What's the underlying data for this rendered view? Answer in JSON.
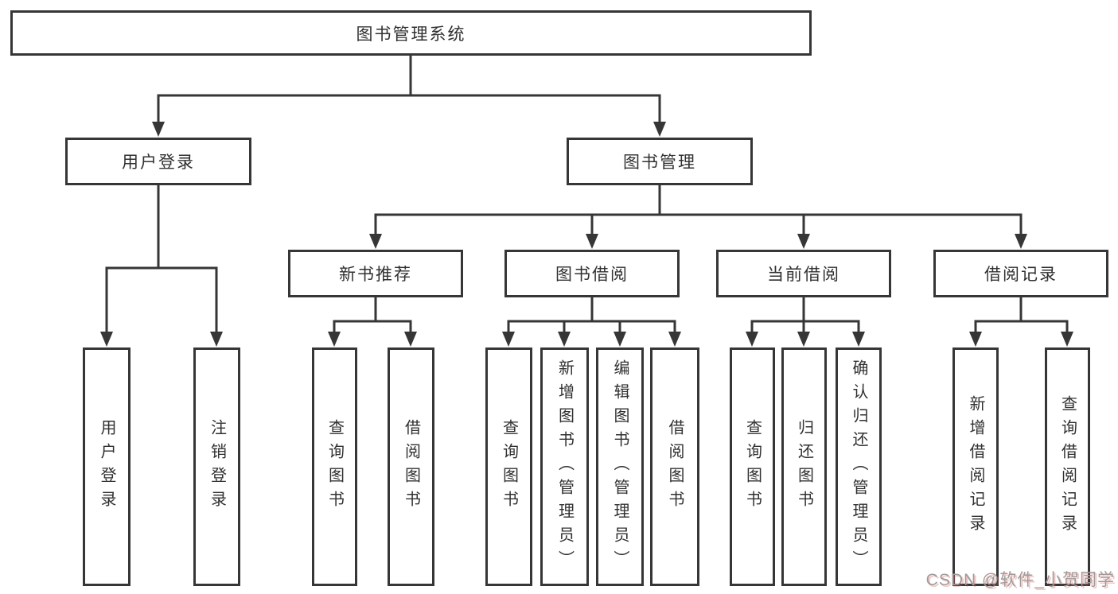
{
  "diagram": {
    "root": {
      "label": "图书管理系统"
    },
    "branches": [
      {
        "label": "用户登录",
        "children": [
          {
            "label": "用户登录"
          },
          {
            "label": "注销登录"
          }
        ]
      },
      {
        "label": "图书管理",
        "children": [
          {
            "label": "新书推荐",
            "children": [
              {
                "label": "查询图书"
              },
              {
                "label": "借阅图书"
              }
            ]
          },
          {
            "label": "图书借阅",
            "children": [
              {
                "label": "查询图书"
              },
              {
                "label": "新增图书（管理员）"
              },
              {
                "label": "编辑图书（管理员）"
              },
              {
                "label": "借阅图书"
              }
            ]
          },
          {
            "label": "当前借阅",
            "children": [
              {
                "label": "查询图书"
              },
              {
                "label": "归还图书"
              },
              {
                "label": "确认归还（管理员）"
              }
            ]
          },
          {
            "label": "借阅记录",
            "children": [
              {
                "label": "新增借阅记录"
              },
              {
                "label": "查询借阅记录"
              }
            ]
          }
        ]
      }
    ]
  },
  "watermark": {
    "text": "CSDN @软件_小贺同学"
  },
  "colors": {
    "line": "#363636",
    "box_border": "#363636",
    "text": "#303030",
    "background": "#ffffff",
    "watermark": "#9c9c9c",
    "watermark_accent": "#e9534a"
  }
}
